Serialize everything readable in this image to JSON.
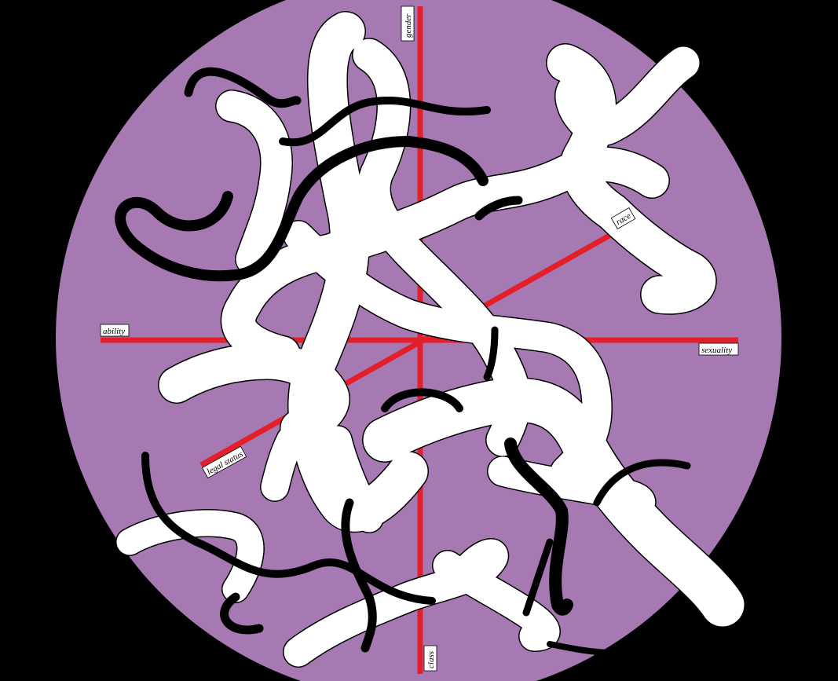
{
  "colors": {
    "background": "#000000",
    "disc": "#a779b3",
    "axis": "#e3202a",
    "tube_fill": "#ffffff",
    "tube_outline": "#000000",
    "strand": "#000000"
  },
  "axes": {
    "gender": "gender",
    "race": "race",
    "sexuality": "sexuality",
    "class": "class",
    "legal_status": "legal status",
    "ability": "ability"
  }
}
